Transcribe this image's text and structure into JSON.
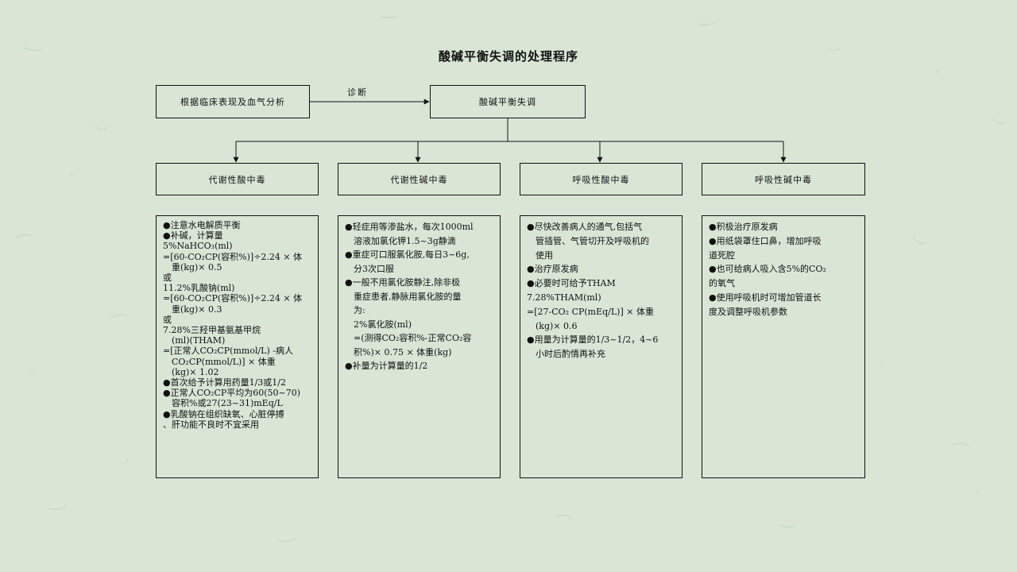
{
  "title": "酸碱平衡失调的处理程序",
  "source_box": "根据临床表现及血气分析",
  "diagnosis_label": "诊断",
  "target_box": "酸碱平衡失调",
  "categories": [
    "代谢性酸中毒",
    "代谢性碱中毒",
    "呼吸性酸中毒",
    "呼吸性碱中毒"
  ],
  "panels": {
    "metabolic_acidosis": [
      "●注意水电解质平衡",
      "●补碱，计算量",
      "5%NaHCO₃(ml)",
      "=[60-CO₂CP(容积%)]÷2.24 × 体",
      "重(kg)× 0.5",
      "或",
      "11.2%乳酸钠(ml)",
      "=[60-CO₂CP(容积%)]÷2.24 × 体",
      "重(kg)× 0.3",
      "或",
      "7.28%三羟甲基氨基甲烷",
      "(ml)(THAM)",
      "=[正常人CO₂CP(mmol/L) -病人",
      "CO₂CP(mmol/L)] × 体重",
      "(kg)× 1.02",
      "●首次给予计算用药量1/3或1/2",
      "●正常人CO₂CP平均为60(50~70)",
      "容积%或27(23~31)mEq/L",
      "●乳酸钠在组织缺氧、心脏停搏",
      "、肝功能不良时不宜采用"
    ],
    "metabolic_alkalosis": [
      "●轻症用等渗盐水，每次1000ml",
      "溶液加氯化钾1.5~3g静滴",
      "●重症可口服氯化胺,每日3~6g,",
      "分3次口服",
      "●一般不用氯化胺静注,除非极",
      "重症患者,静脉用氯化胺的量",
      "为:",
      "2%氯化胺(ml)",
      "=(测得CO₂容积%-正常CO₂容",
      "积%)× 0.75 × 体重(kg)",
      "●补量为计算量的1/2"
    ],
    "respiratory_acidosis": [
      "●尽快改善病人的通气,包括气",
      "管插管、气管切开及呼吸机的",
      "使用",
      "●治疗原发病",
      "●必要时可给予THAM",
      "7.28%THAM(ml)",
      "=[27-CO₂ CP(mEq/L)] × 体重",
      "(kg)× 0.6",
      "●用量为计算量的1/3~1/2，4~6",
      "小时后酌情再补充"
    ],
    "respiratory_alkalosis": [
      "●积极治疗原发病",
      "●用纸袋罩住口鼻，增加呼吸",
      "道死腔",
      "●也可给病人吸入含5%的CO₂",
      "的氧气",
      "●使用呼吸机时可增加管道长",
      "度及调整呼吸机参数"
    ]
  }
}
